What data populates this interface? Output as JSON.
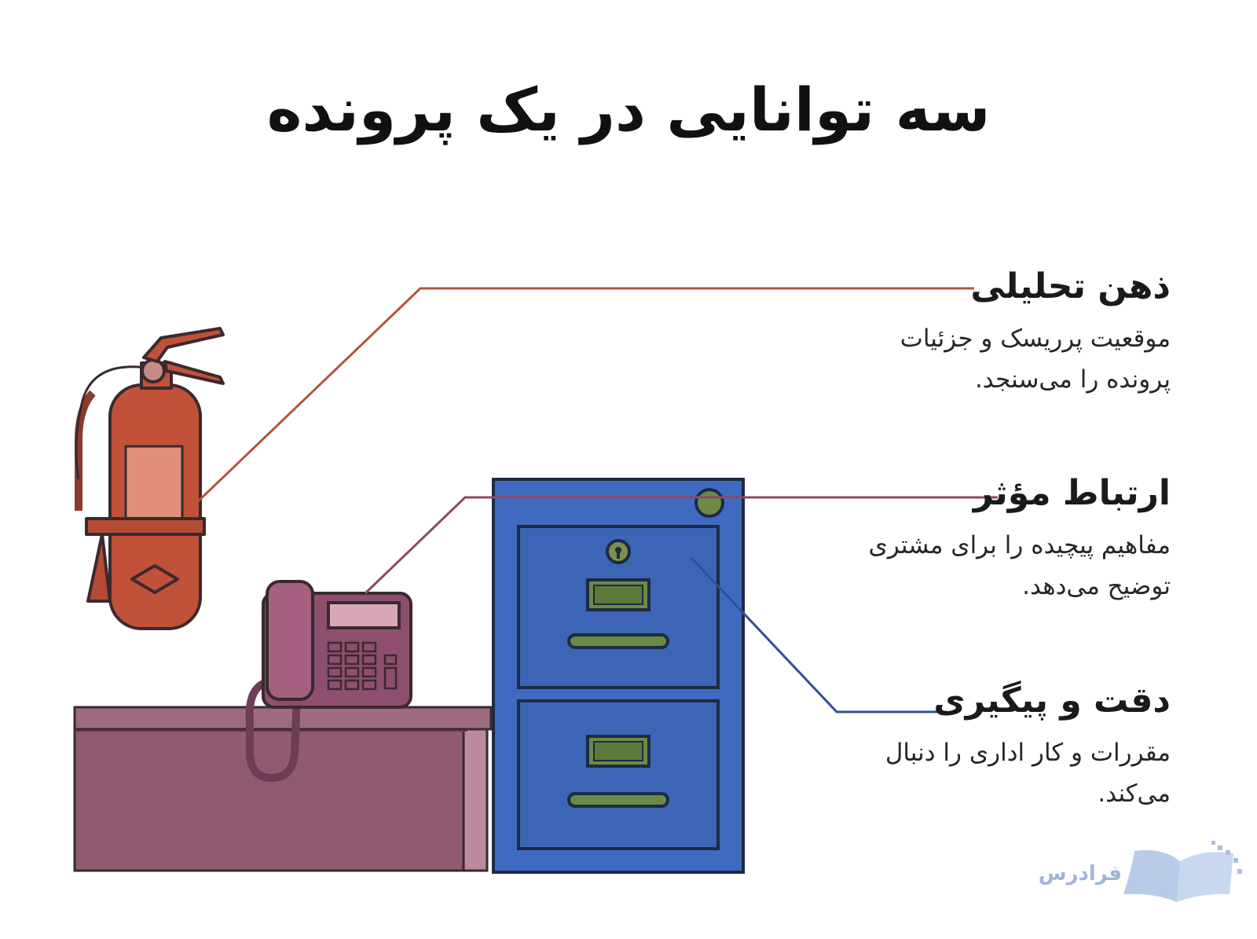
{
  "title": "سه توانایی در یک پرونده",
  "callouts": [
    {
      "title": "ذهن تحلیلی",
      "desc_line1": "موقعیت پرریسک و جزئیات",
      "desc_line2": "پرونده را می‌سنجد.",
      "line_color": "#b5533c"
    },
    {
      "title": "ارتباط مؤثر",
      "desc_line1": "مفاهیم پیچیده را برای مشتری",
      "desc_line2": "توضیح می‌دهد.",
      "line_color": "#8b4a63"
    },
    {
      "title": "دقت و پیگیری",
      "desc_line1": "مقررات و کار اداری را دنبال",
      "desc_line2": "می‌کند.",
      "line_color": "#2f4f9a"
    }
  ],
  "illustration": {
    "extinguisher_color": "#c2513a",
    "phone_color": "#8e4e6e",
    "desk_color": "#8f5a72",
    "cabinet_color": "#3e6bbf",
    "handle_color": "#6b8a46"
  },
  "logo": {
    "text": "فرادرس",
    "icon": "open-book-logo-icon"
  }
}
